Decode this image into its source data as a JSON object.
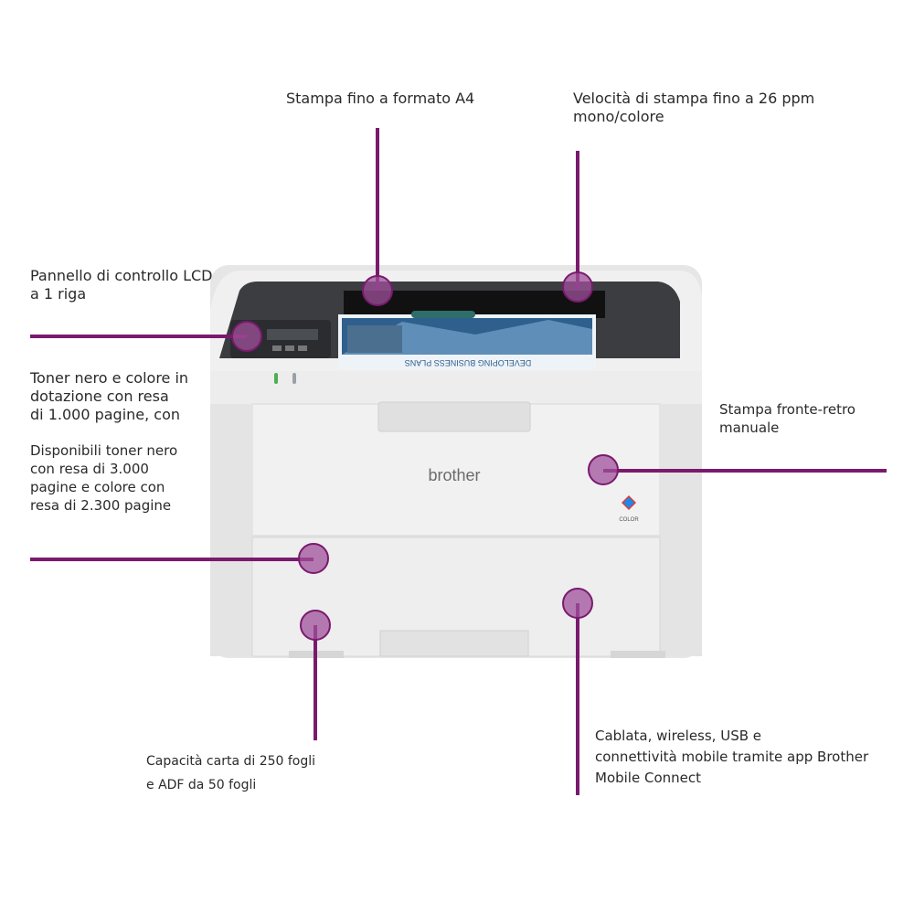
{
  "product": {
    "brand_logo": "brother",
    "color_badge": "COLOR",
    "paper_print_text": "DEVELOPING BUSINESS PLANS",
    "accent_color": "#7a1a6e"
  },
  "callouts": {
    "a4": "Stampa fino a formato A4",
    "speed": "Velocità di stampa fino a 26 ppm\nmono/colore",
    "lcd": "Pannello di controllo LCD\na 1 riga",
    "toner": "Toner nero e colore in\ndotazione con resa\ndi 1.000 pagine, con",
    "toner_extra": "Disponibili toner nero\ncon resa di 3.000\npagine e colore con\nresa di 2.300 pagine",
    "duplex": "Stampa fronte-retro\nmanuale",
    "paper": "Capacità carta di 250 fogli\ne ADF da 50 fogli",
    "connect": "Cablata, wireless, USB e\nconnettività mobile tramite app Brother\nMobile Connect"
  }
}
